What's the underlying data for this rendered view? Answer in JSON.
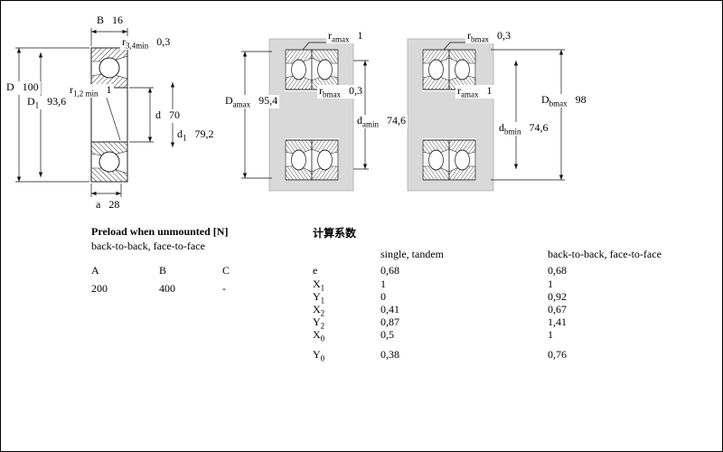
{
  "colors": {
    "housing_gray": "#d9d9d9",
    "line": "#111111"
  },
  "drawing1": {
    "dims": {
      "B": {
        "sym": "B",
        "sub": "",
        "val": "16"
      },
      "r34": {
        "sym": "r",
        "sub": "3,4min",
        "val": "0,3"
      },
      "D": {
        "sym": "D",
        "sub": "",
        "val": "100"
      },
      "D1": {
        "sym": "D",
        "sub": "1",
        "val": "93,6"
      },
      "r12": {
        "sym": "r",
        "sub": "1,2 min",
        "val": "1"
      },
      "d": {
        "sym": "d",
        "sub": "",
        "val": "70"
      },
      "d1": {
        "sym": "d",
        "sub": "1",
        "val": "79,2"
      },
      "a": {
        "sym": "a",
        "sub": "",
        "val": "28"
      }
    }
  },
  "drawing2": {
    "dims": {
      "ramax": {
        "sym": "r",
        "sub": "amax",
        "val": "1"
      },
      "Damax": {
        "sym": "D",
        "sub": "amax",
        "val": "95,4"
      },
      "rbmax": {
        "sym": "r",
        "sub": "bmax",
        "val": "0,3"
      },
      "damin": {
        "sym": "d",
        "sub": "amin",
        "val": "74,6"
      }
    }
  },
  "drawing3": {
    "dims": {
      "rbmax": {
        "sym": "r",
        "sub": "bmax",
        "val": "0,3"
      },
      "ramax": {
        "sym": "r",
        "sub": "amax",
        "val": "1"
      },
      "Dbmax": {
        "sym": "D",
        "sub": "bmax",
        "val": "98"
      },
      "dbmin": {
        "sym": "d",
        "sub": "bmin",
        "val": "74,6"
      }
    }
  },
  "preload": {
    "title": "Preload when unmounted [N]",
    "subtitle": "back-to-back, face-to-face",
    "columns": [
      "A",
      "B",
      "C"
    ],
    "values": [
      "200",
      "400",
      "-"
    ]
  },
  "factors": {
    "title": "计算系数",
    "col1_header": "single, tandem",
    "col2_header": "back-to-back, face-to-face",
    "rows": [
      {
        "sym": "e",
        "sub": "",
        "single": "0,68",
        "btb": "0,68"
      },
      {
        "sym": "X",
        "sub": "1",
        "single": "1",
        "btb": "1"
      },
      {
        "sym": "Y",
        "sub": "1",
        "single": "0",
        "btb": "0,92"
      },
      {
        "sym": "X",
        "sub": "2",
        "single": "0,41",
        "btb": "0,67"
      },
      {
        "sym": "Y",
        "sub": "2",
        "single": "0,87",
        "btb": "1,41"
      },
      {
        "sym": "X",
        "sub": "0",
        "single": "0,5",
        "btb": "1"
      },
      {
        "sym": "Y",
        "sub": "0",
        "single": "0,38",
        "btb": "0,76"
      }
    ]
  }
}
